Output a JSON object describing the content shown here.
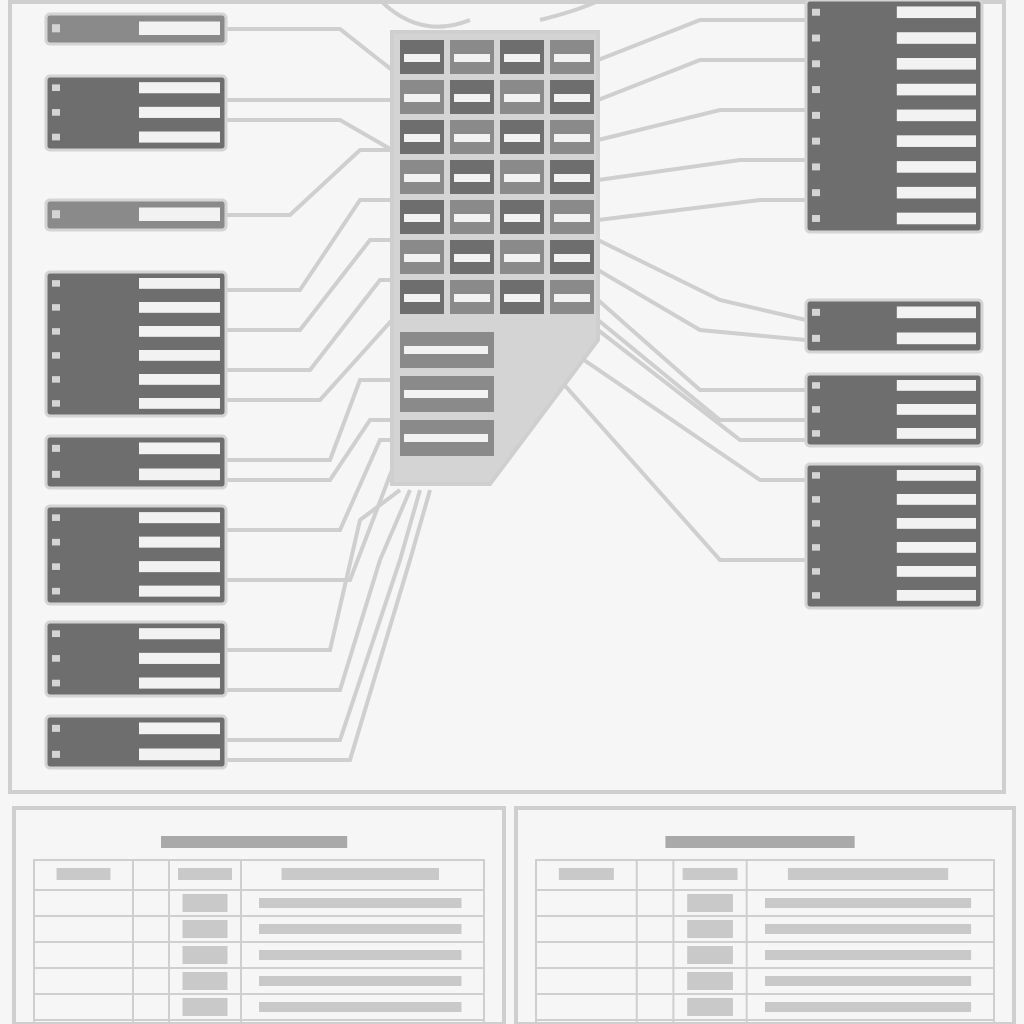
{
  "diagram": {
    "background": "#f6f6f6",
    "frame_color": "#cfcfcf",
    "wire_color": "#cfcfcf",
    "block_dark": "#6e6e6e",
    "block_mid": "#8a8a8a",
    "block_light": "#d4d4d4",
    "label_bar": "#f2f2f2",
    "panel_title_bar": "#a9a9a9",
    "table_cell": "#c9c9c9",
    "central_unit": "fuse-relay-box",
    "left_connectors": [
      {
        "id": "c1",
        "rows": 1,
        "tone": "mid"
      },
      {
        "id": "c2",
        "rows": 3,
        "tone": "dark"
      },
      {
        "id": "c3",
        "rows": 1,
        "tone": "mid"
      },
      {
        "id": "c4",
        "rows": 6,
        "tone": "dark"
      },
      {
        "id": "c5",
        "rows": 2,
        "tone": "dark"
      },
      {
        "id": "c6",
        "rows": 4,
        "tone": "dark"
      },
      {
        "id": "c7",
        "rows": 3,
        "tone": "dark"
      },
      {
        "id": "c8",
        "rows": 2,
        "tone": "dark"
      }
    ],
    "right_connectors": [
      {
        "id": "r1",
        "rows": 9,
        "tone": "dark"
      },
      {
        "id": "r2",
        "rows": 2,
        "tone": "dark"
      },
      {
        "id": "r3",
        "rows": 3,
        "tone": "dark"
      },
      {
        "id": "r4",
        "rows": 6,
        "tone": "dark"
      }
    ],
    "panels": [
      {
        "id": "legend-left",
        "title": "",
        "rows": 6
      },
      {
        "id": "legend-right",
        "title": "",
        "rows": 6
      }
    ]
  }
}
